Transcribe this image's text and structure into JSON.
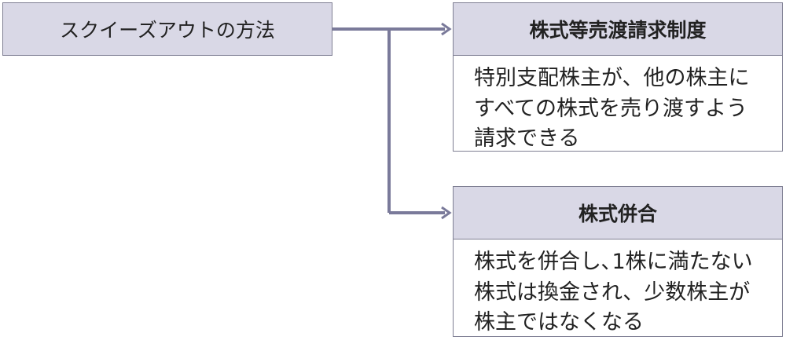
{
  "root": {
    "label": "スクイーズアウトの方法"
  },
  "methods": [
    {
      "title": "株式等売渡請求制度",
      "description": [
        "特別支配株主が、他の株主に",
        "すべての株式を売り渡すよう",
        "請求できる"
      ]
    },
    {
      "title": "株式併合",
      "description": [
        "株式を併合し､1株に満たない",
        "株式は換金され、少数株主が",
        "株主ではなくなる"
      ]
    }
  ],
  "colors": {
    "box_fill": "#d9d8e6",
    "border": "#7f7f93",
    "connector": "#7a7a9a"
  }
}
